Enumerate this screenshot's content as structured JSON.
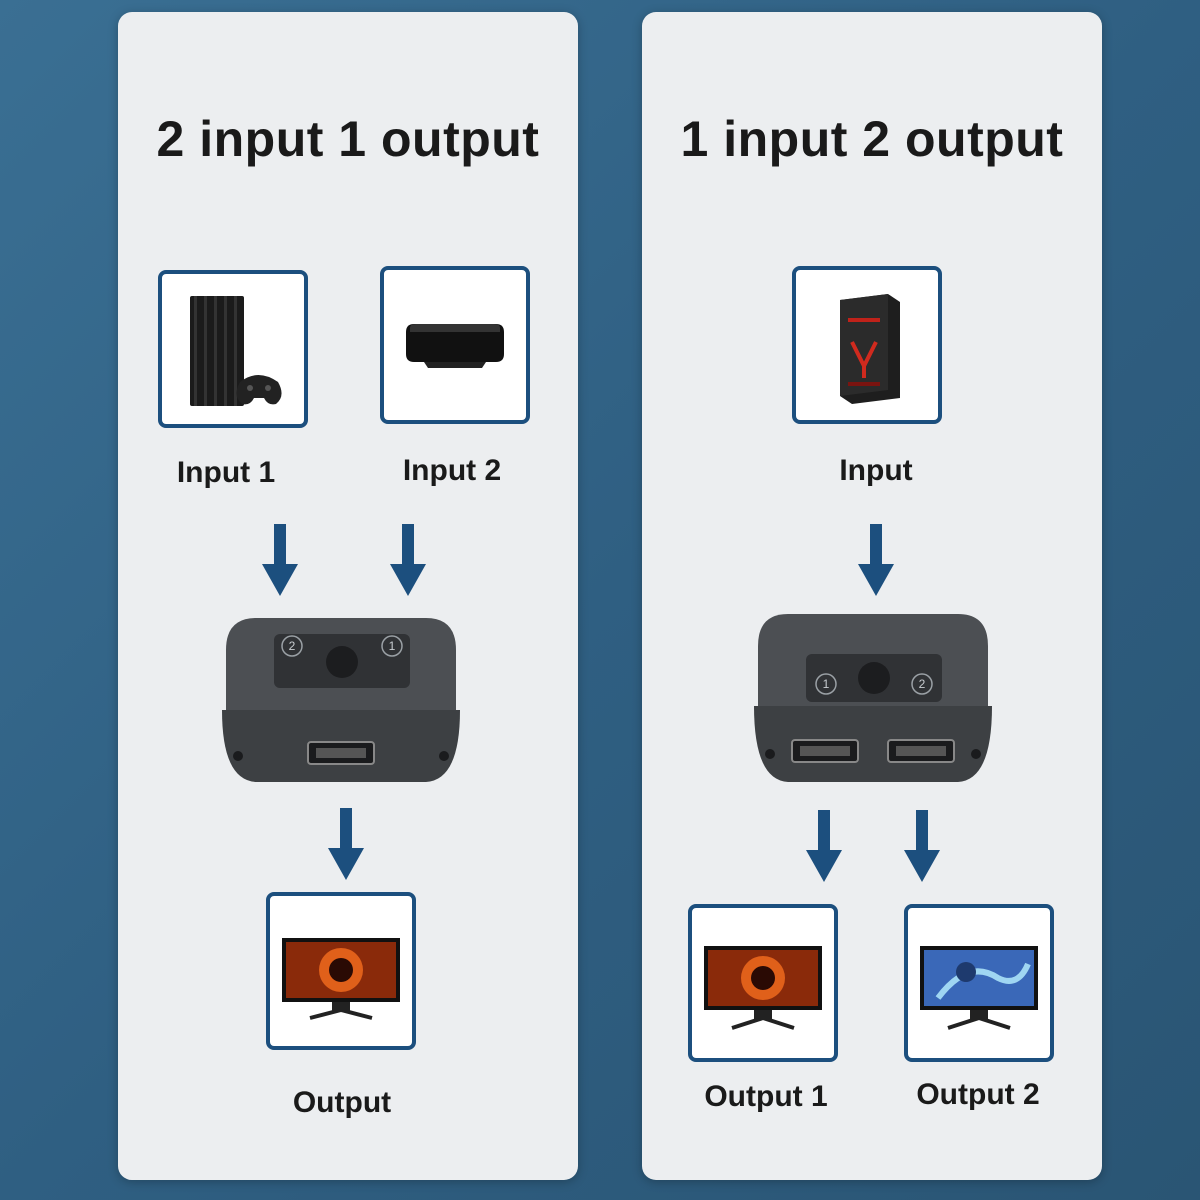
{
  "left_panel": {
    "title": "2 input 1 output",
    "input1_label": "Input 1",
    "input2_label": "Input 2",
    "output_label": "Output",
    "switch_button_left": "2",
    "switch_button_right": "1"
  },
  "right_panel": {
    "title": "1 input 2 output",
    "input_label": "Input",
    "output1_label": "Output 1",
    "output2_label": "Output 2",
    "switch_button_left": "1",
    "switch_button_right": "2"
  },
  "colors": {
    "background": "#2f5f82",
    "panel": "#eceef0",
    "frame": "#1c4f7e",
    "arrow": "#1c4f7e"
  },
  "icons": [
    "game-console-icon",
    "media-box-icon",
    "pc-tower-icon",
    "monitor-icon",
    "hdmi-switch-device"
  ]
}
